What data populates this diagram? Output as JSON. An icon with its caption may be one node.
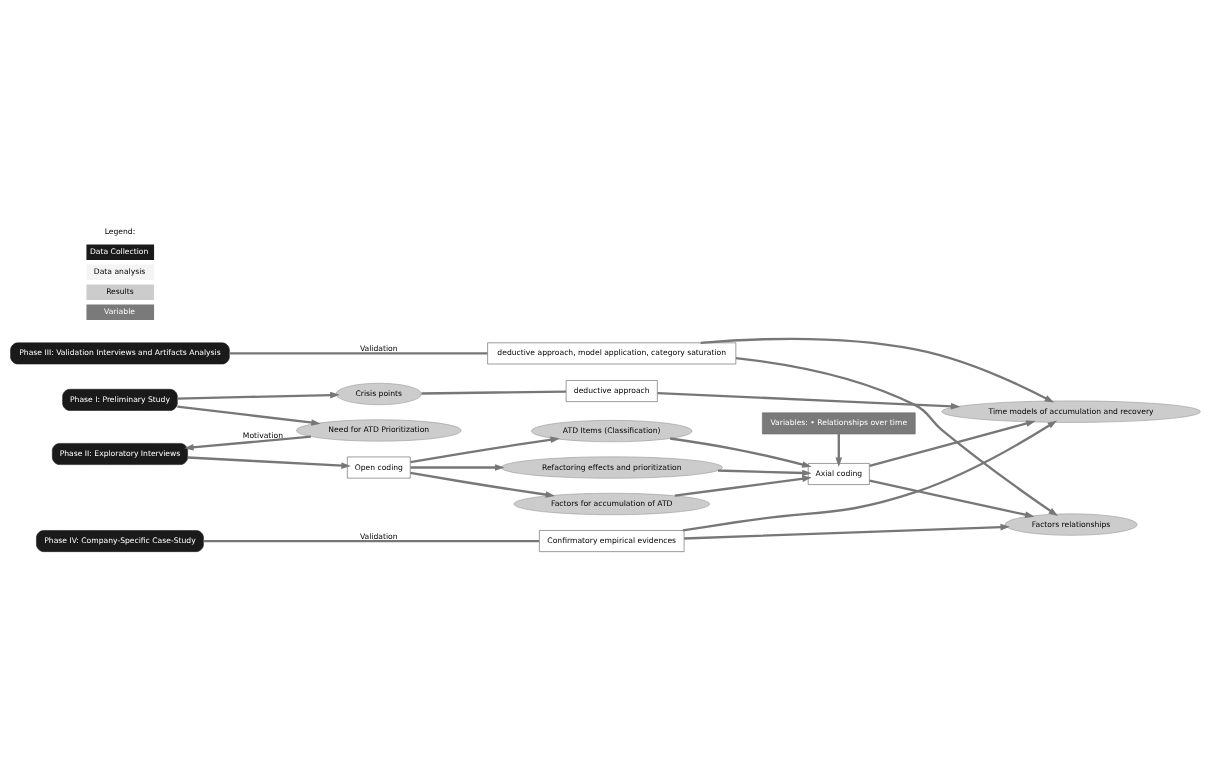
{
  "diagram": {
    "nodes": [
      {
        "text": [
          "Phase I: Preliminary Study"
        ]
      },
      {
        "text": [
          "Crisis points"
        ]
      },
      {
        "text": [
          "Need for ATD Prioritization"
        ]
      },
      {
        "text": [
          "deductive approach"
        ]
      },
      {
        "text": [
          "Variables: • Relationships over time"
        ]
      },
      {
        "text": [
          "Phase II: Exploratory Interviews"
        ]
      },
      {
        "text": [
          "Open coding"
        ]
      },
      {
        "text": [
          "Factors for accumulation of ATD"
        ]
      },
      {
        "text": [
          "ATD Items (Classification)"
        ]
      },
      {
        "text": [
          "Refactoring effects and prioritization"
        ]
      },
      {
        "text": [
          "Axial coding"
        ]
      },
      {
        "text": [
          "Time models of accumulation and recovery"
        ]
      },
      {
        "text": [
          "Factors relationships"
        ]
      },
      {
        "text": [
          "Phase III: Validation Interviews and Artifacts Analysis"
        ]
      },
      {
        "text": [
          "deductive approach, model application, category saturation"
        ]
      },
      {
        "text": [
          "Phase IV: Company-Specific Case-Study"
        ]
      },
      {
        "text": [
          "Confirmatory empirical evidences"
        ]
      }
    ],
    "edges": [
      {
        "from": 0,
        "to": 1,
        "arrow": "to"
      },
      {
        "from": 0,
        "to": 2,
        "arrow": "to"
      },
      {
        "from": 1,
        "to": 3,
        "arrow": "none"
      },
      {
        "from": 3,
        "to": 11,
        "arrow": "to"
      },
      {
        "from": 2,
        "to": 5,
        "arrow": "to",
        "label": "Motivation"
      },
      {
        "from": 4,
        "to": 10,
        "arrow": "to"
      },
      {
        "from": 5,
        "to": 6,
        "arrow": "to"
      },
      {
        "from": 6,
        "to": 7,
        "arrow": "to"
      },
      {
        "from": 6,
        "to": 8,
        "arrow": "to"
      },
      {
        "from": 6,
        "to": 9,
        "arrow": "to"
      },
      {
        "from": 7,
        "to": 10,
        "arrow": "to"
      },
      {
        "from": 8,
        "to": 10,
        "arrow": "to"
      },
      {
        "from": 9,
        "to": 10,
        "arrow": "to"
      },
      {
        "from": 10,
        "to": 11,
        "arrow": "to"
      },
      {
        "from": 10,
        "to": 12,
        "arrow": "to"
      },
      {
        "from": 13,
        "to": 14,
        "arrow": "none",
        "label": "Validation"
      },
      {
        "from": 14,
        "to": 12,
        "arrow": "to"
      },
      {
        "from": 14,
        "to": 11,
        "arrow": "to"
      },
      {
        "from": 15,
        "to": 16,
        "arrow": "none",
        "label": "Validation"
      },
      {
        "from": 16,
        "to": 12,
        "arrow": "to"
      },
      {
        "from": 16,
        "to": 11,
        "arrow": "to"
      }
    ],
    "labels": [
      "Legend:"
    ],
    "legend": [
      {
        "text": "Data Collection"
      },
      {
        "text": "Data analysis"
      },
      {
        "text": "Results"
      },
      {
        "text": "Variable"
      }
    ]
  }
}
